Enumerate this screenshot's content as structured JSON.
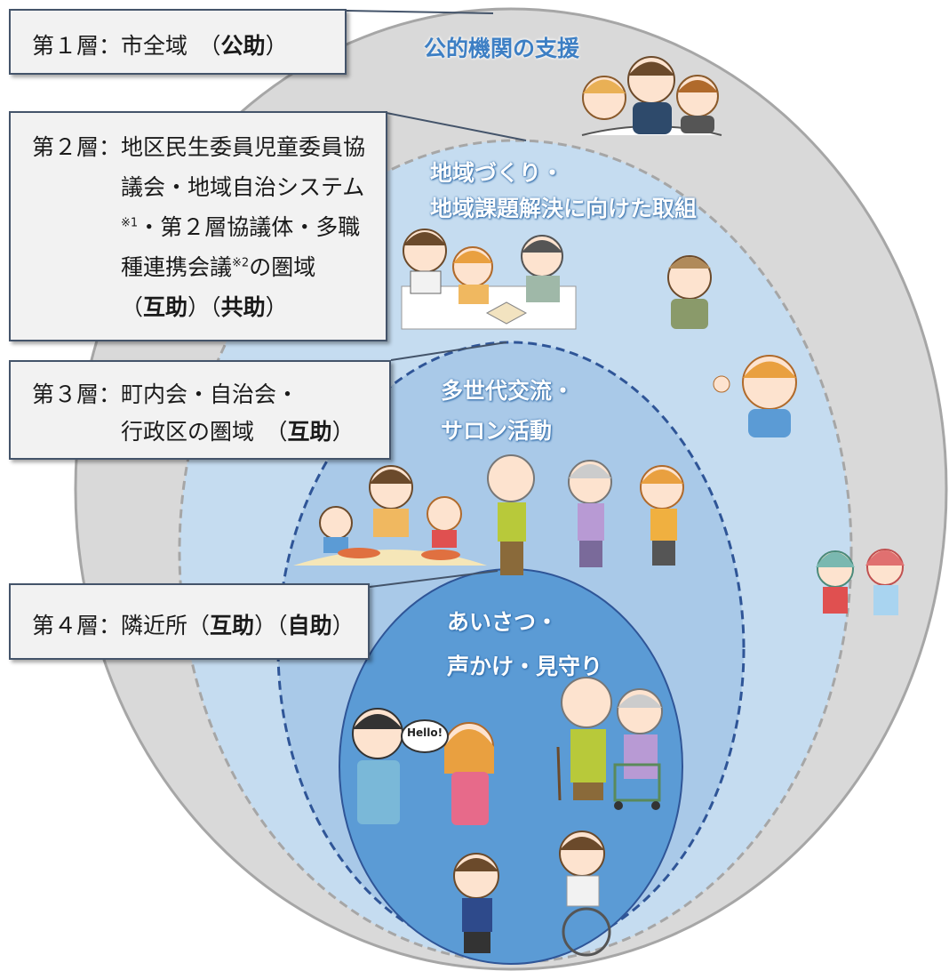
{
  "layers": {
    "layer1": {
      "lead": "第１層：",
      "text": "市全域　",
      "open": "（",
      "bold1": "公助",
      "close": "）"
    },
    "layer2": {
      "lead": "第２層：",
      "line1": "地区民生委員児童委員協",
      "line2": "議会・地域自治システム",
      "note1": "※1",
      "line3": "・第２層協議体・多職",
      "line4a": "種連携会議",
      "note2": "※2",
      "line4b": "の圏域",
      "open1": "（",
      "bold1": "互助",
      "close1": "）",
      "open2": "（",
      "bold2": "共助",
      "close2": "）"
    },
    "layer3": {
      "lead": "第３層：",
      "line1": "町内会・自治会・",
      "line2": "行政区の圏域　",
      "open": "（",
      "bold1": "互助",
      "close": "）"
    },
    "layer4": {
      "lead": "第４層：",
      "text": "隣近所",
      "open1": "（",
      "bold1": "互助",
      "close1": "）",
      "open2": "（",
      "bold2": "自助",
      "close2": "）"
    }
  },
  "zones": {
    "zone1": {
      "title": "公的機関の支援"
    },
    "zone2": {
      "title_line1": "地域づくり・",
      "title_line2": "地域課題解決に向けた取組"
    },
    "zone3": {
      "title_line1": "多世代交流・",
      "title_line2": "サロン活動"
    },
    "zone4": {
      "title_line1": "あいさつ・",
      "title_line2": "声かけ・見守り"
    }
  },
  "speech_bubble": {
    "text": "Hello!"
  },
  "colors": {
    "outer_circle": "#d9d9d9",
    "layer2_circle": "#bdd7ee",
    "layer3_circle": "#9dc3e6",
    "layer4_circle": "#5b9bd5",
    "box_border": "#44546a",
    "box_fill": "#f2f2f2"
  }
}
